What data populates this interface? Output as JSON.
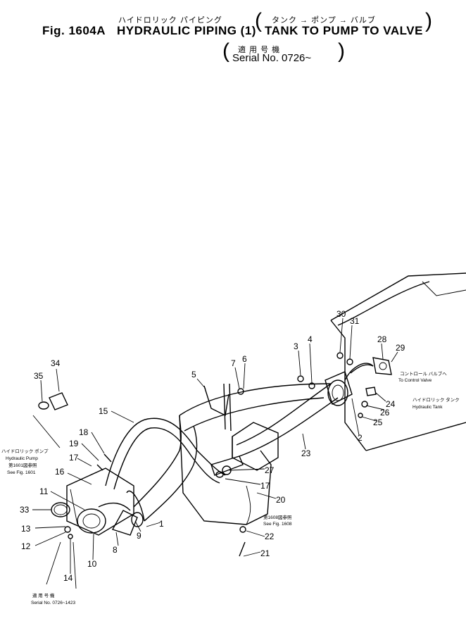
{
  "header": {
    "jp_title": "ハイドロリック パイピング",
    "jp_sub": "タンク → ポンプ → バルブ",
    "fig_label": "Fig. 1604A",
    "title": "HYDRAULIC PIPING (1)",
    "subtitle": "TANK TO PUMP TO VALVE",
    "serial_jp": "適 用 号 機",
    "serial": "Serial No. 0726~"
  },
  "notes": {
    "pump_jp": "ハイドロリック ポンプ",
    "pump_en": "Hydraulic Pump",
    "pump_ref_jp": "第1601図参照",
    "pump_ref_en": "See Fig. 1601",
    "ctrl_jp": "コントロール バルブへ",
    "ctrl_en": "To Control Valve",
    "tank_jp": "ハイドロリック タンク",
    "tank_en": "Hydraulic Tank",
    "frame_ref_jp": "第1608図参照",
    "frame_ref_en": "See Fig. 1608",
    "serial2_jp": "適 用 号 機",
    "serial2_en": "Serial No. 0726~1423"
  },
  "callouts": [
    "30",
    "31",
    "28",
    "29",
    "3",
    "4",
    "7",
    "6",
    "5",
    "24",
    "26",
    "25",
    "2",
    "23",
    "27",
    "17",
    "20",
    "22",
    "21",
    "1",
    "9",
    "8",
    "10",
    "14",
    "12",
    "13",
    "33",
    "11",
    "16",
    "17",
    "19",
    "18",
    "15",
    "34",
    "35"
  ]
}
